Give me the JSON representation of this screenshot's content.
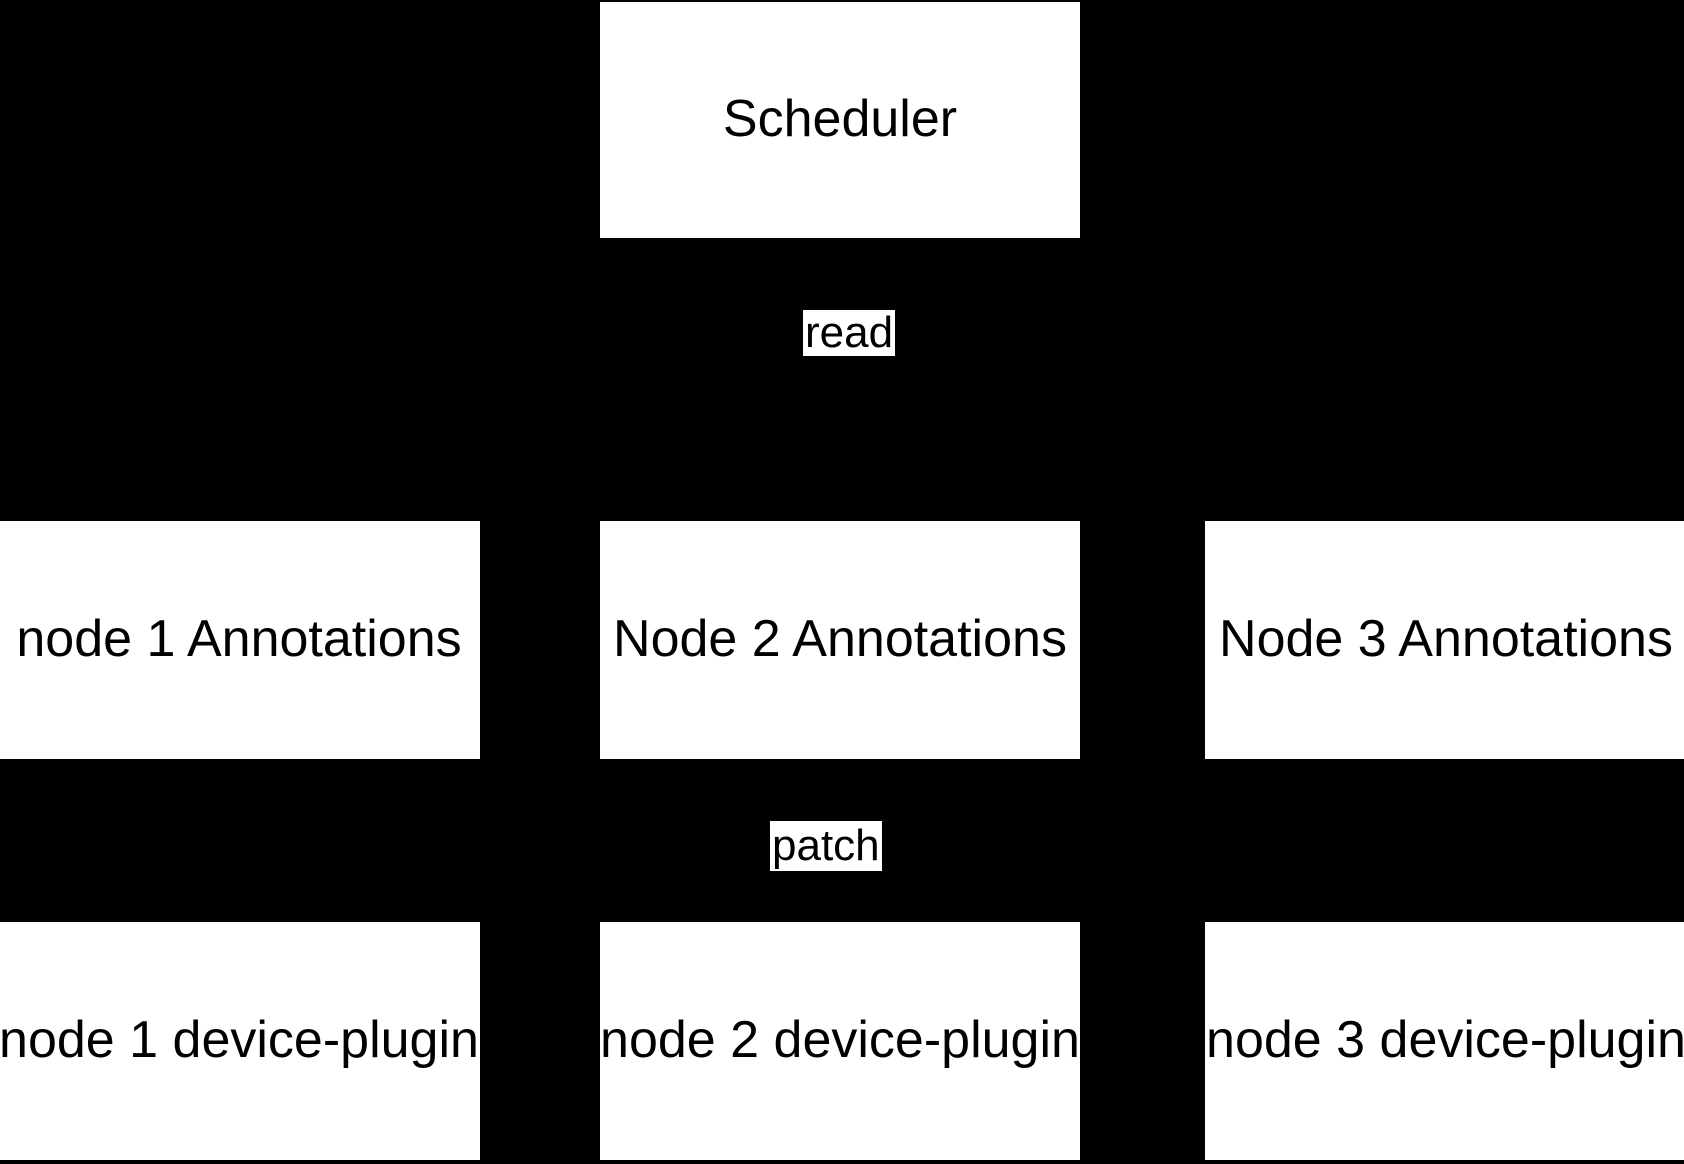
{
  "diagram": {
    "title": "Scheduler to node annotations to device-plugin flow",
    "background_color": "#000000",
    "node_fill_color": "#ffffff",
    "node_stroke_color": "#000000",
    "text_color": "#000000",
    "scheduler": {
      "label": "Scheduler"
    },
    "edge_labels": {
      "read": "read",
      "patch": "patch"
    },
    "annotation_nodes": [
      {
        "label": "node 1 Annotations"
      },
      {
        "label": "Node 2 Annotations"
      },
      {
        "label": "Node 3 Annotations"
      }
    ],
    "device_plugin_nodes": [
      {
        "label": "node 1 device-plugin"
      },
      {
        "label": "node 2 device-plugin"
      },
      {
        "label": "node 3 device-plugin"
      }
    ]
  }
}
